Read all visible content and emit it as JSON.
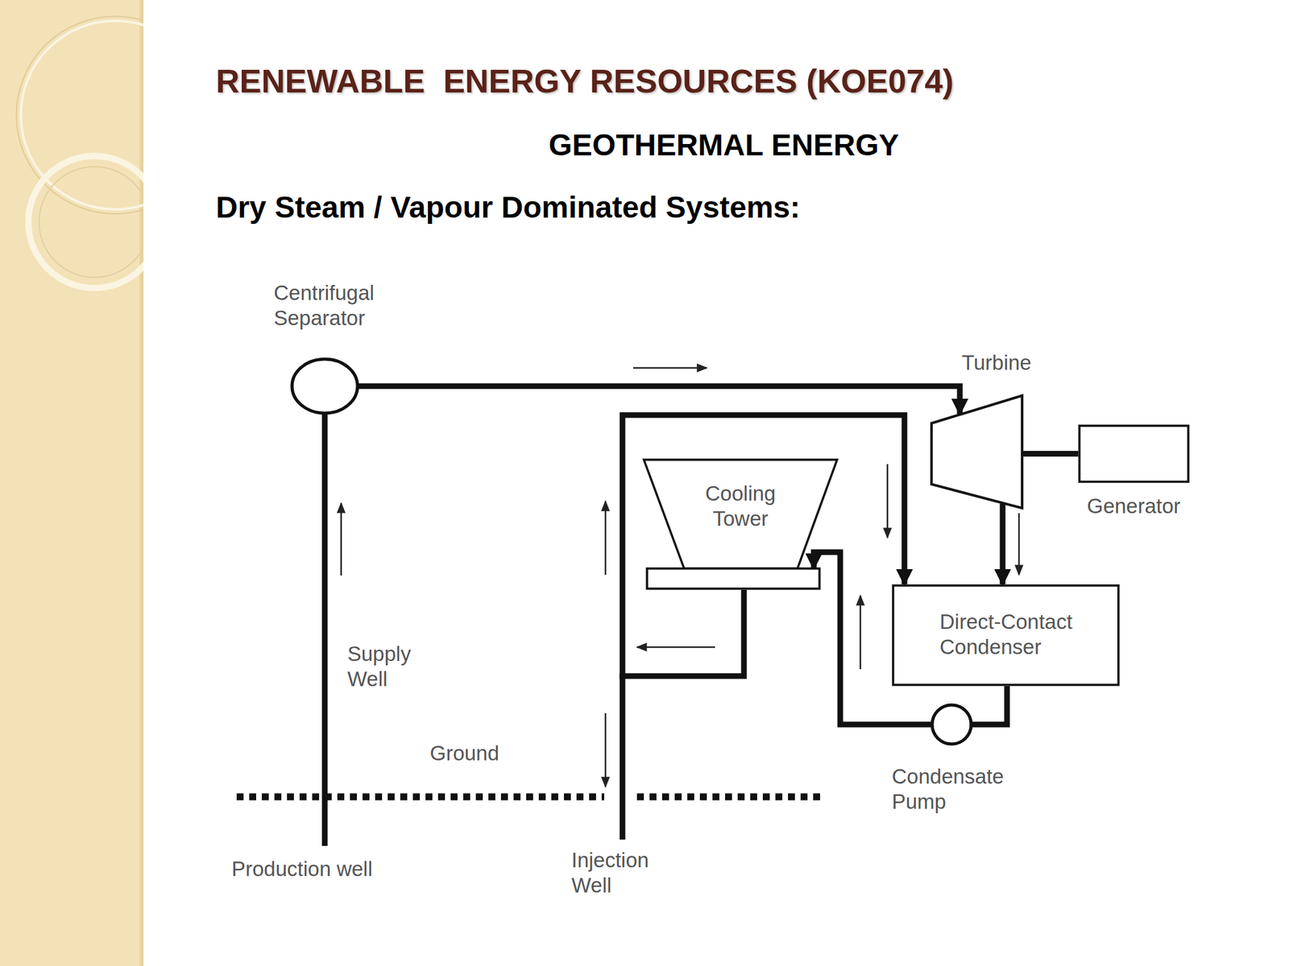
{
  "diagram": {
    "title": "RENEWABLE  ENERGY RESOURCES (KOE074)",
    "nodes": [
      {
        "text": [
          "Centrifugal Separator"
        ]
      },
      {
        "text": [
          "Turbine"
        ]
      },
      {
        "text": [
          "Cooling Tower"
        ]
      },
      {
        "text": [
          "Generator"
        ]
      },
      {
        "text": [
          "Direct-Contact Condenser"
        ]
      },
      {
        "text": [
          "Condensate Pump"
        ]
      }
    ],
    "edges": [
      {
        "from": 0,
        "to": 1,
        "arrow": "to"
      },
      {
        "from": 1,
        "to": 3,
        "arrow": "none"
      },
      {
        "from": 1,
        "to": 4,
        "arrow": "to"
      },
      {
        "from": 4,
        "to": 5,
        "arrow": "none"
      },
      {
        "from": 5,
        "to": 2,
        "arrow": "to"
      },
      {
        "from": 2,
        "to": 4,
        "arrow": "to"
      }
    ],
    "labels": [
      "GEOTHERMAL ENERGY",
      "Dry Steam / Vapour Dominated Systems:",
      "Supply Well",
      "Ground",
      "Production well",
      "Injection Well"
    ]
  }
}
